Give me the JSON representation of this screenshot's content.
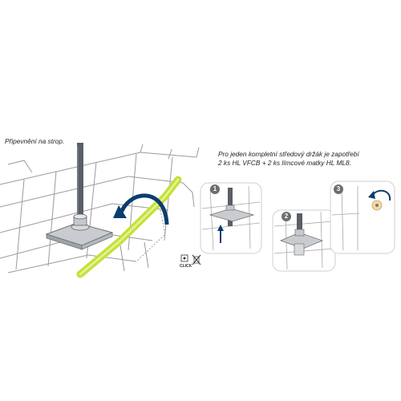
{
  "captions": {
    "mount": "Připevnění na strop.",
    "requirement": "Pro jeden kompletní středový držák je zapotřebí 2 ks HL VFCB + 2 ks límcové matky HL ML8."
  },
  "steps": [
    "1",
    "2",
    "3"
  ],
  "icons": {
    "click_label": "CLICK",
    "click_icon": "click-icon",
    "no_tool_icon": "no-tool-icon",
    "rotate_arrow": "rotate-arrow-icon"
  },
  "colors": {
    "tray_line": "#9a9a9a",
    "rod": "#555a60",
    "green_cable": "#c4e13a",
    "arrow_blue": "#0b3d6e",
    "step_badge": "#6e6e6e"
  }
}
